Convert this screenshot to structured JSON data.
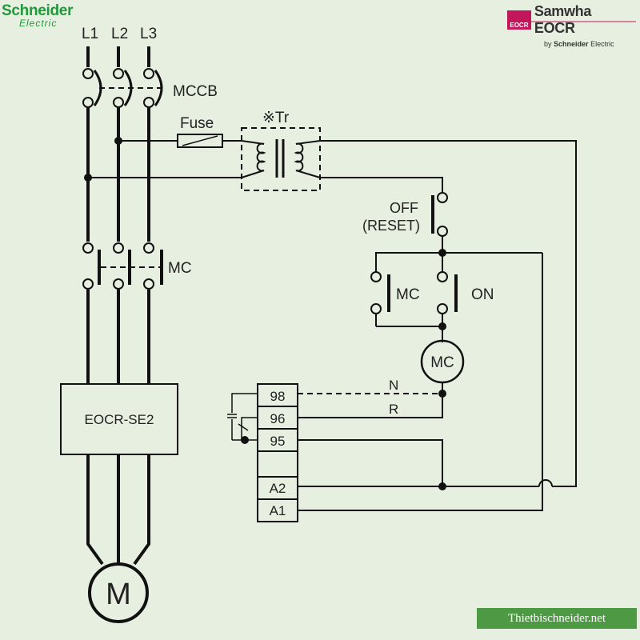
{
  "brands": {
    "left_name": "Schneider",
    "left_sub": "Electric",
    "right_logo": "EOCR",
    "right_title": "Samwha EOCR",
    "right_by": "by",
    "right_by_brand": "Schneider",
    "right_by_sub": "Electric"
  },
  "lines": {
    "l1": "L1",
    "l2": "L2",
    "l3": "L3"
  },
  "labels": {
    "mccb": "MCCB",
    "fuse": "Fuse",
    "tr": "※Tr",
    "off": "OFF",
    "reset": "(RESET)",
    "mc_main": "MC",
    "mc_aux": "MC",
    "on": "ON",
    "mc_coil": "MC",
    "n": "N",
    "r": "R",
    "eocr": "EOCR-SE2",
    "motor": "M"
  },
  "terminals": {
    "t98": "98",
    "t96": "96",
    "t95": "95",
    "ta2": "A2",
    "ta1": "A1"
  },
  "watermark": "Thietbischneider.net",
  "colors": {
    "background": "#e6efe0",
    "wire": "#111111",
    "schneider_green": "#1f9a3a",
    "eocr_pink": "#c2185b",
    "watermark_bg": "#4e9a44"
  }
}
